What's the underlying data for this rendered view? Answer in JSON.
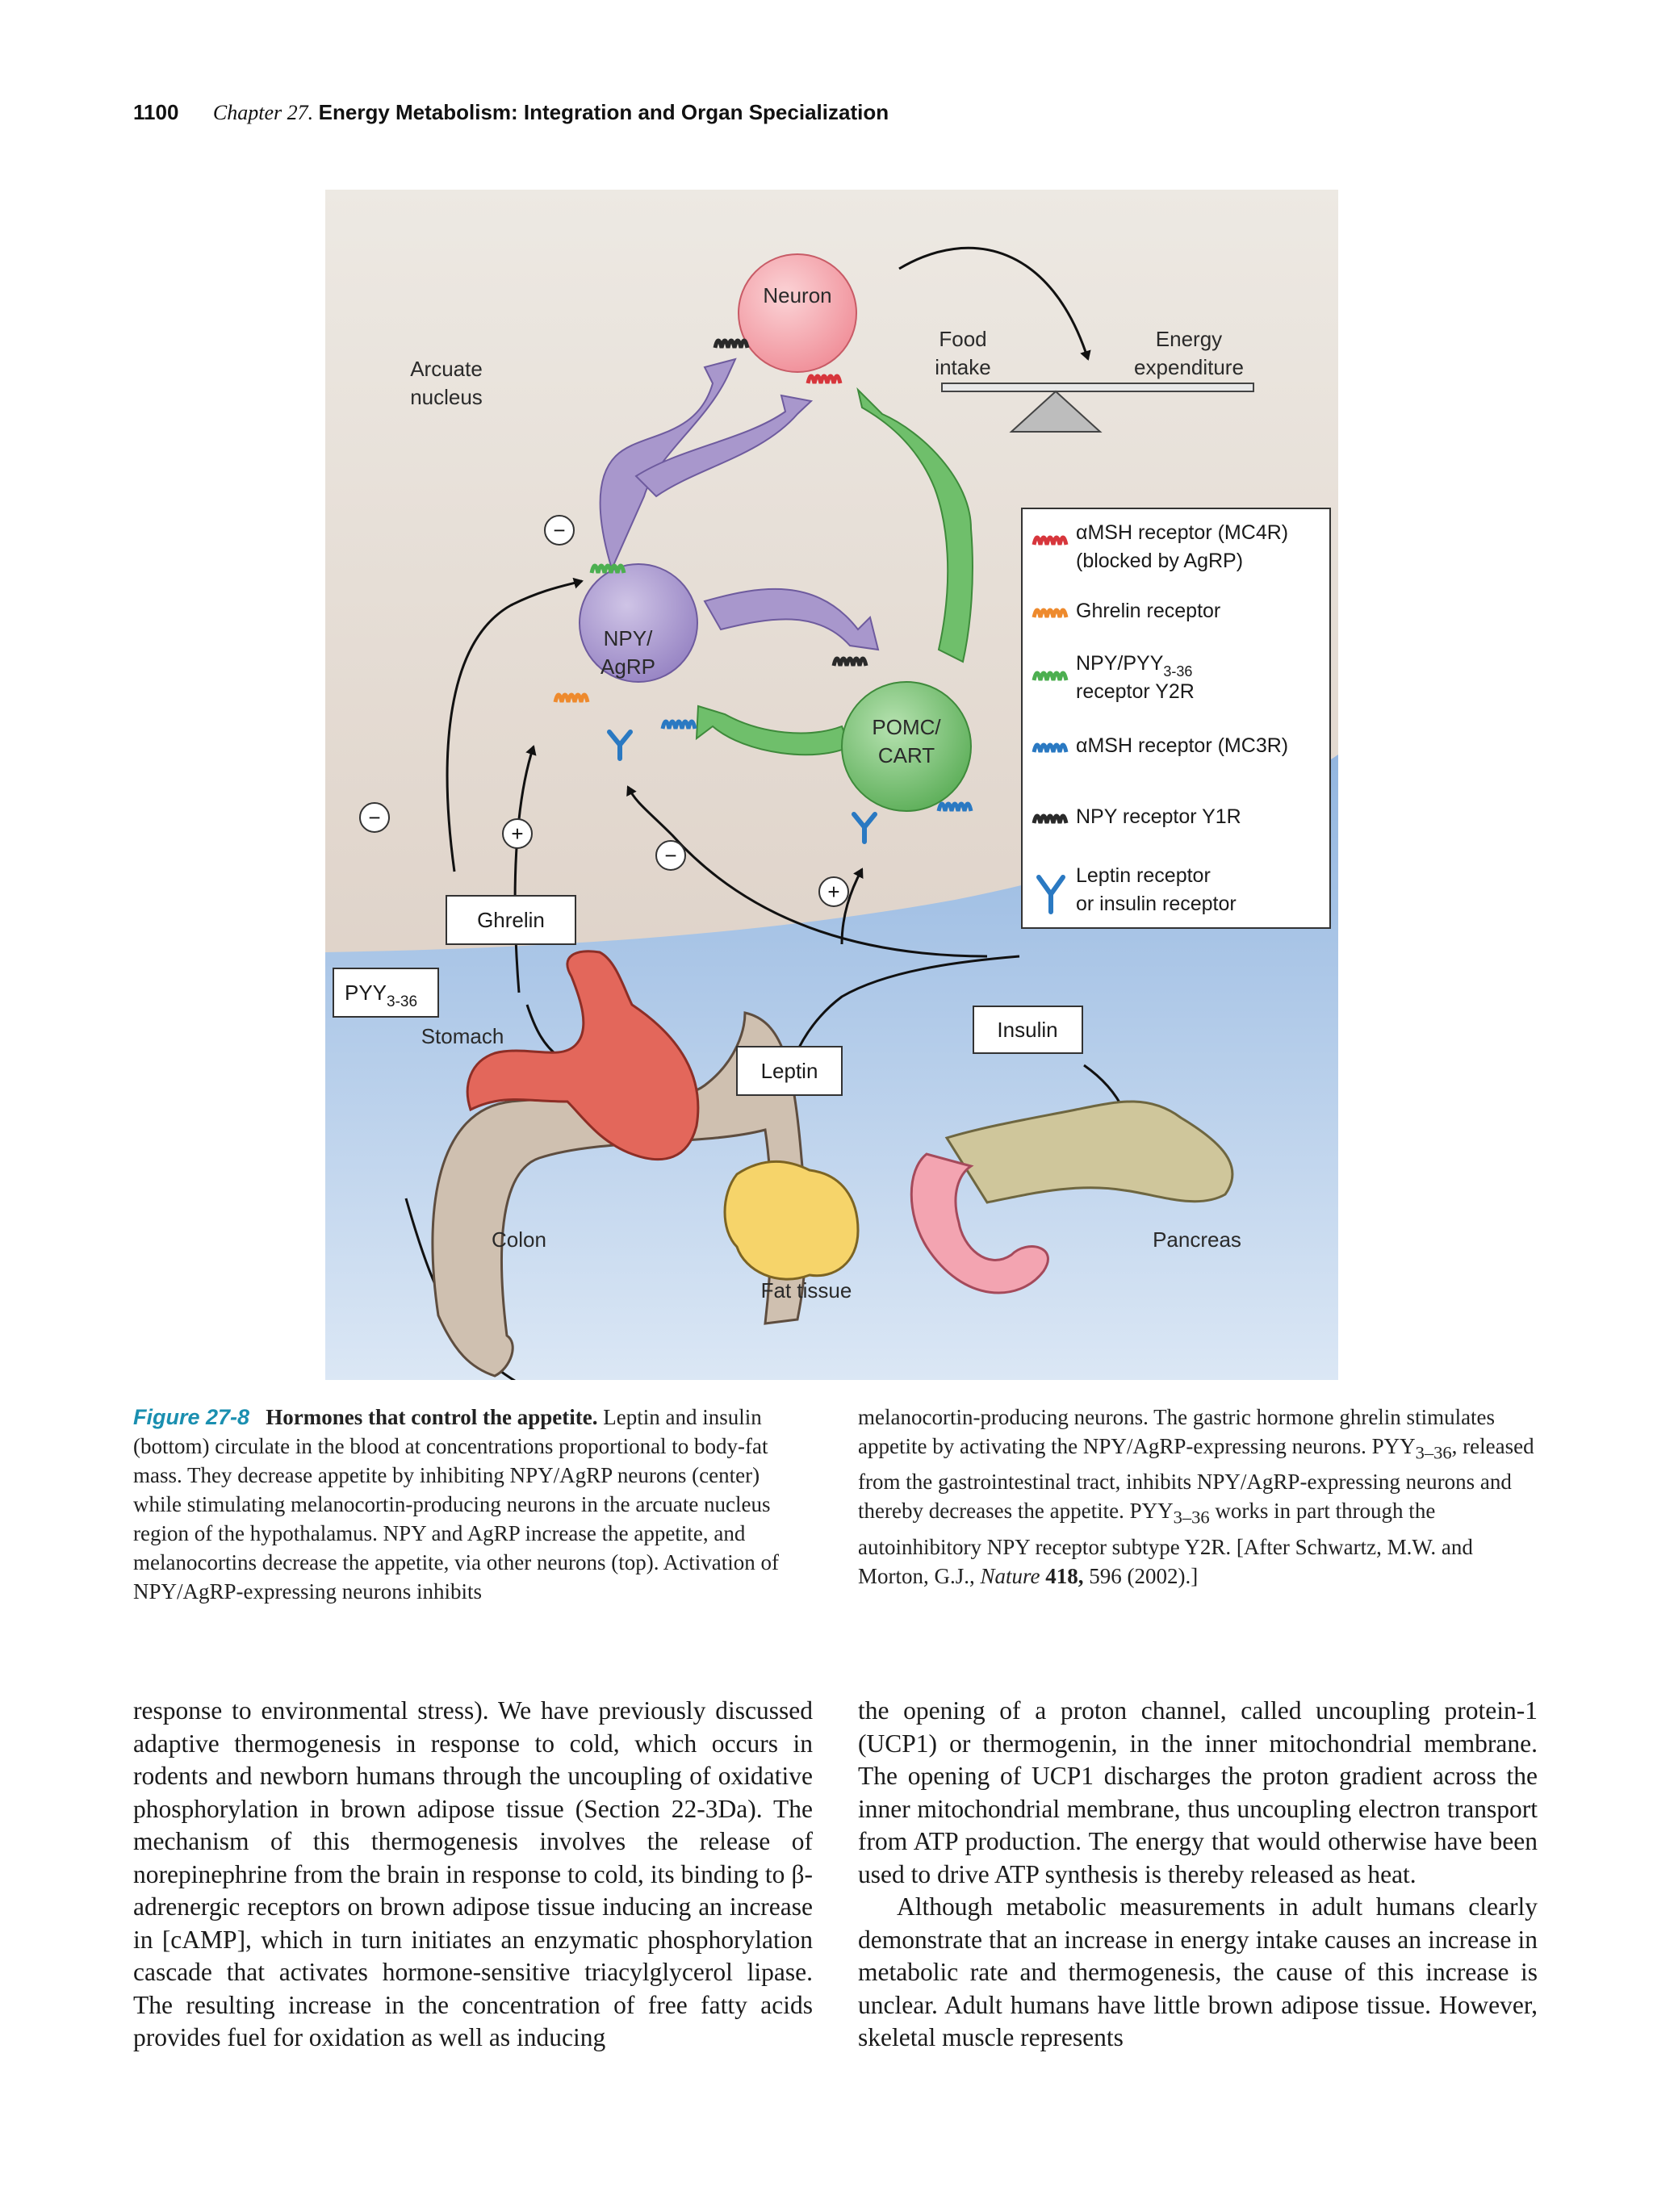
{
  "header": {
    "page_number": "1100",
    "chapter": "Chapter 27.",
    "chapter_title": "Energy Metabolism: Integration and Organ Specialization"
  },
  "figure": {
    "labels": {
      "neuron": "Neuron",
      "arcuate": [
        "Arcuate",
        "nucleus"
      ],
      "food_intake": [
        "Food",
        "intake"
      ],
      "energy_expenditure": [
        "Energy",
        "expenditure"
      ],
      "npy_agrp": [
        "NPY/",
        "AgRP"
      ],
      "pomc_cart": [
        "POMC/",
        "CART"
      ],
      "ghrelin": "Ghrelin",
      "pyy_base": "PYY",
      "pyy_sub": "3-36",
      "insulin": "Insulin",
      "leptin": "Leptin",
      "stomach": "Stomach",
      "colon": "Colon",
      "fat_tissue": "Fat tissue",
      "pancreas": "Pancreas",
      "signs": {
        "minus": "−",
        "plus": "+"
      }
    },
    "legend": {
      "mc4r": [
        "αMSH receptor (MC4R)",
        "(blocked by AgRP)"
      ],
      "ghrelin_receptor": "Ghrelin receptor",
      "y2r_base": "NPY/PYY",
      "y2r_sub": "3-36",
      "y2r_line2": "receptor Y2R",
      "mc3r": "αMSH receptor (MC3R)",
      "y1r": "NPY receptor Y1R",
      "leptin_receptor": [
        "Leptin receptor",
        "or insulin receptor"
      ]
    },
    "colors": {
      "neuron": "#f4a3ac",
      "npy_neuron": "#a897cc",
      "pomc_neuron": "#6fbf6b",
      "mc4r": "#d7363c",
      "ghrelin": "#ee8a2d",
      "y2r": "#4caf50",
      "mc3r": "#2a79c2",
      "y1r": "#2a2a2a",
      "leptin_receptor": "#2a79c2"
    }
  },
  "caption": {
    "label": "Figure 27-8",
    "title": "Hormones that control the appetite.",
    "left_text": "Leptin and insulin (bottom) circulate in the blood at concentrations proportional to body-fat mass. They decrease appetite by inhibiting NPY/AgRP neurons (center) while stimulating melanocortin-producing neurons in the arcuate nucleus region of the hypothalamus. NPY and AgRP increase the appetite, and melanocortins decrease the appetite, via other neurons (top). Activation of NPY/AgRP-expressing neurons inhibits",
    "right_1": "melanocortin-producing neurons. The gastric hormone ghrelin stimulates appetite by activating the NPY/AgRP-expressing neurons. PYY",
    "right_sub1": "3–36",
    "right_2": ", released from the gastrointestinal tract, inhibits NPY/AgRP-expressing neurons and thereby decreases the appetite. PYY",
    "right_sub2": "3–36",
    "right_3": " works in part through the autoinhibitory NPY receptor subtype Y2R. [After Schwartz, M.W. and Morton, G.J., ",
    "journal": "Nature",
    "volume": "418,",
    "right_4": " 596 (2002).]"
  },
  "body": {
    "left_paragraph": "response to environmental stress). We have previously discussed adaptive thermogenesis in response to cold, which occurs in rodents and newborn humans through the uncoupling of oxidative phosphorylation in brown adipose tissue (Section 22-3Da). The mechanism of this thermogenesis involves the release of norepinephrine from the brain in response to cold, its binding to β-adrenergic receptors on brown adipose tissue inducing an increase in [cAMP], which in turn initiates an enzymatic phosphorylation cascade that activates hormone-sensitive triacylglycerol lipase. The resulting increase in the concentration of free fatty acids provides fuel for oxidation as well as inducing",
    "right_paragraph_1": "the opening of a proton channel, called uncoupling protein-1 (UCP1) or thermogenin, in the inner mitochondrial membrane. The opening of UCP1 discharges the proton gradient across the inner mitochondrial membrane, thus uncoupling electron transport from ATP production. The energy that would otherwise have been used to drive ATP synthesis is thereby released as heat.",
    "right_paragraph_2": "Although metabolic measurements in adult humans clearly demonstrate that an increase in energy intake causes an increase in metabolic rate and thermogenesis, the cause of this increase is unclear. Adult humans have little brown adipose tissue. However, skeletal muscle represents"
  }
}
